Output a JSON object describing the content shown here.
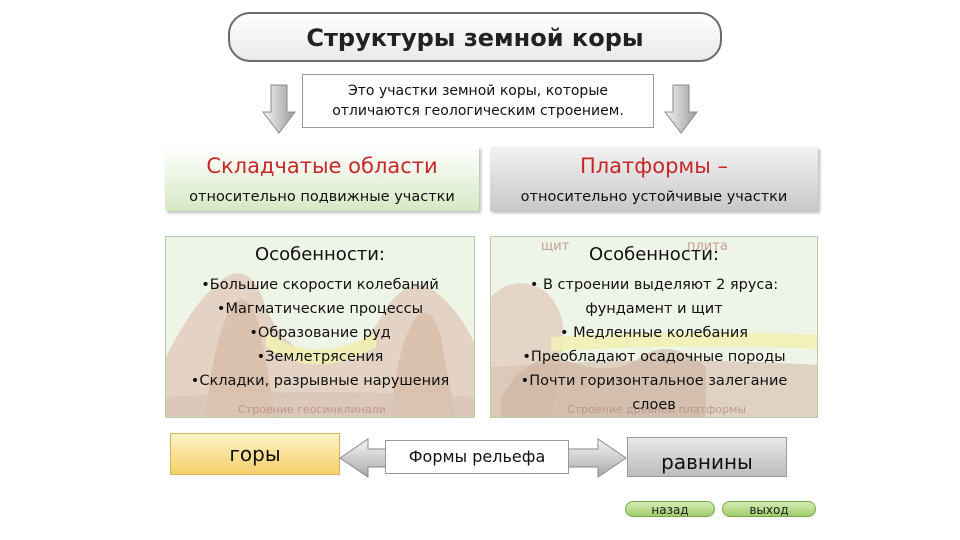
{
  "title": "Структуры земной коры",
  "definition": {
    "line1": "Это участки земной коры, которые",
    "line2": "отличаются геологическим строением."
  },
  "folded": {
    "heading": "Складчатые области",
    "subheading": "относительно подвижные участки",
    "features_title": "Особенности:",
    "features": [
      "•Большие скорости колебаний",
      "•Магматические процессы",
      "•Образование руд",
      "•Землетрясения",
      "•Складки, разрывные нарушения"
    ],
    "caption": "Строение геосинклинали"
  },
  "platforms": {
    "heading": "Платформы –",
    "subheading": "относительно устойчивые участки",
    "features_title": "Особенности:",
    "features": [
      "• В строении выделяют 2 яруса:",
      "фундамент и щит",
      "• Медленные колебания",
      "•Преобладают осадочные породы",
      "•Почти горизонтальное залегание",
      "слоев"
    ],
    "label_shield": "щит",
    "label_plate": "плита",
    "caption": "Строение древней платформы"
  },
  "relief": {
    "left": "горы",
    "center": "Формы рельефа",
    "right": "равнины"
  },
  "nav": {
    "back": "назад",
    "exit": "выход"
  }
}
